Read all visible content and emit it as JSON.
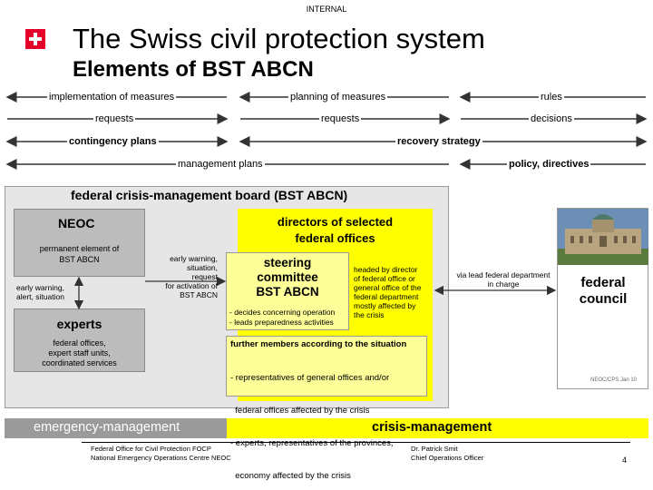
{
  "header": {
    "classification": "INTERNAL",
    "title": "The Swiss civil protection system",
    "subtitle": "Elements of BST ABCN"
  },
  "arrows": {
    "row1": {
      "left": "implementation of measures",
      "mid": "planning of measures",
      "right": "rules"
    },
    "row2": {
      "left": "requests",
      "mid": "requests",
      "right": "decisions"
    },
    "row3": {
      "left": "contingency plans",
      "right": "recovery strategy"
    },
    "row4": {
      "left": "management plans",
      "right": "policy, directives"
    }
  },
  "board": {
    "title": "federal crisis-management board (BST ABCN)",
    "neoc": {
      "title": "NEOC",
      "desc1": "permanent element of",
      "desc2": "BST ABCN"
    },
    "early_warning_right": [
      "early warning,",
      "situation, request",
      "for activation of",
      "BST ABCN"
    ],
    "early_warning_left": [
      "early warning,",
      "alert, situation"
    ],
    "experts": {
      "title": "experts",
      "desc": [
        "federal offices,",
        "expert staff units,",
        "coordinated services"
      ]
    },
    "directors": {
      "title1": "directors of selected",
      "title2": "federal offices"
    },
    "steering": {
      "line1": "steering",
      "line2": "committee",
      "line3": "BST ABCN",
      "item1": "- decides concerning operation",
      "item2": "- leads preparedness activities"
    },
    "headed_by": [
      "headed by director",
      "of federal office or",
      "general office of the",
      "federal department",
      "mostly affected by",
      "the crisis"
    ],
    "further": {
      "title": "further members according to the situation",
      "items": [
        "- representatives of general offices and/or",
        "  federal offices affected by the crisis",
        "- experts, representatives of the provinces,",
        "  economy affected by the crisis"
      ]
    }
  },
  "council": {
    "via": [
      "via lead federal department",
      "in charge"
    ],
    "title1": "federal",
    "title2": "council",
    "caption": "NEOC/CPS Jan 10"
  },
  "bars": {
    "left": "emergency-management",
    "right": "crisis-management"
  },
  "footer": {
    "org1": "Federal Office for Civil Protection FOCP",
    "org2": "National Emergency Operations Centre NEOC",
    "person1": "Dr. Patrick Smit",
    "person2": "Chief Operations Officer",
    "page": "4"
  },
  "colors": {
    "accent_red": "#e4002b",
    "yellow": "#ffff00",
    "light_yellow": "#ffff99",
    "gray": "#bcbcbc"
  }
}
